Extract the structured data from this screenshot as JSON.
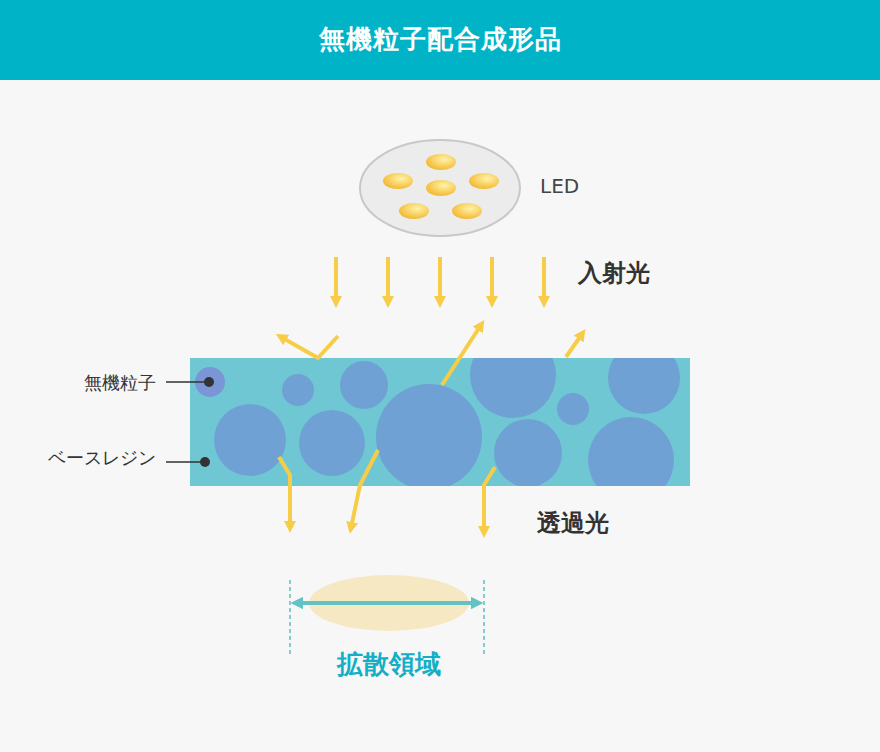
{
  "diagram": {
    "title": "無機粒子配合成形品",
    "labels": [
      "LED",
      "入射光",
      "無機粒子",
      "ベースレジン",
      "透過光",
      "拡散領域"
    ]
  }
}
